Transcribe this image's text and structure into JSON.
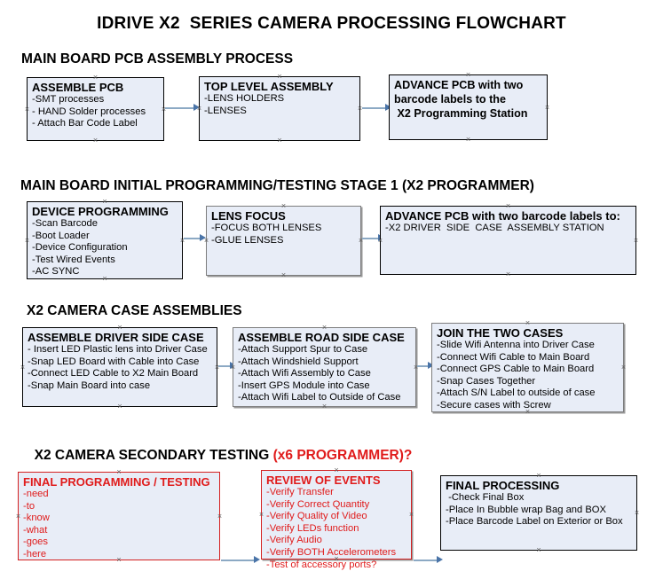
{
  "document": {
    "title": "IDRIVE X2  SERIES CAMERA PROCESSING FLOWCHART"
  },
  "colors": {
    "box_fill": "#e8edf7",
    "box_border": "#000000",
    "red_accent": "#e01b1b",
    "connector": "#8ca9c4",
    "arrowhead": "#4a74a8",
    "text": "#000000"
  },
  "sections": [
    {
      "heading": "MAIN BOARD PCB ASSEMBLY PROCESS",
      "heading_accent": "",
      "nodes": [
        {
          "title": "ASSEMBLE PCB",
          "lines": [
            "-SMT processes",
            "- HAND Solder processes",
            "- Attach Bar Code Label"
          ]
        },
        {
          "title": "TOP LEVEL ASSEMBLY",
          "lines": [
            "-LENS HOLDERS",
            "-LENSES"
          ]
        },
        {
          "title": "",
          "lines": [
            "ADVANCE PCB with two",
            "barcode labels to the",
            " X2 Programming Station"
          ]
        }
      ]
    },
    {
      "heading": "MAIN BOARD INITIAL PROGRAMMING/TESTING STAGE 1 (X2 PROGRAMMER)",
      "heading_accent": "",
      "nodes": [
        {
          "title": "DEVICE PROGRAMMING",
          "lines": [
            "-Scan Barcode",
            "-Boot Loader",
            "-Device Configuration",
            "-Test Wired Events",
            "-AC SYNC"
          ]
        },
        {
          "title": "LENS FOCUS",
          "lines": [
            "-FOCUS BOTH LENSES",
            "-GLUE LENSES"
          ]
        },
        {
          "title": "ADVANCE PCB with two barcode labels to:",
          "lines": [
            "-X2 DRIVER  SIDE  CASE  ASSEMBLY STATION"
          ]
        }
      ]
    },
    {
      "heading": "X2 CAMERA CASE ASSEMBLIES",
      "heading_accent": "",
      "nodes": [
        {
          "title": "ASSEMBLE DRIVER SIDE CASE",
          "lines": [
            "- Insert LED Plastic lens into Driver Case",
            "-Snap LED Board with Cable into Case",
            "-Connect LED Cable to X2 Main Board",
            "-Snap Main Board into case"
          ]
        },
        {
          "title": "ASSEMBLE ROAD SIDE CASE",
          "lines": [
            "-Attach Support Spur to Case",
            "-Attach Windshield Support",
            "-Attach Wifi Assembly to Case",
            "-Insert GPS Module into Case",
            "-Attach Wifi Label to Outside of Case"
          ]
        },
        {
          "title": "JOIN THE TWO CASES",
          "lines": [
            "-Slide Wifi Antenna into Driver Case",
            "-Connect Wifi Cable to Main Board",
            "-Connect GPS Cable to Main Board",
            "-Snap Cases Together",
            "-Attach S/N Label to outside of case",
            "-Secure cases with Screw"
          ]
        }
      ]
    },
    {
      "heading": "X2 CAMERA SECONDARY TESTING ",
      "heading_accent": "(x6 PROGRAMMER)?",
      "nodes": [
        {
          "title": "FINAL PROGRAMMING / TESTING",
          "lines": [
            "-need",
            "-to",
            "-know",
            "-what",
            "-goes",
            "-here"
          ]
        },
        {
          "title": "REVIEW OF EVENTS",
          "lines": [
            "-Verify Transfer",
            "-Verify Correct Quantity",
            "-Verify Quality of Video",
            "-Verify LEDs function",
            "-Verify Audio",
            "-Verify BOTH Accelerometers",
            "-Test of accessory ports?"
          ]
        },
        {
          "title": "FINAL PROCESSING",
          "lines": [
            " -Check Final Box",
            "-Place In Bubble wrap Bag and BOX",
            "-Place Barcode Label on Exterior or Box"
          ]
        }
      ]
    }
  ]
}
